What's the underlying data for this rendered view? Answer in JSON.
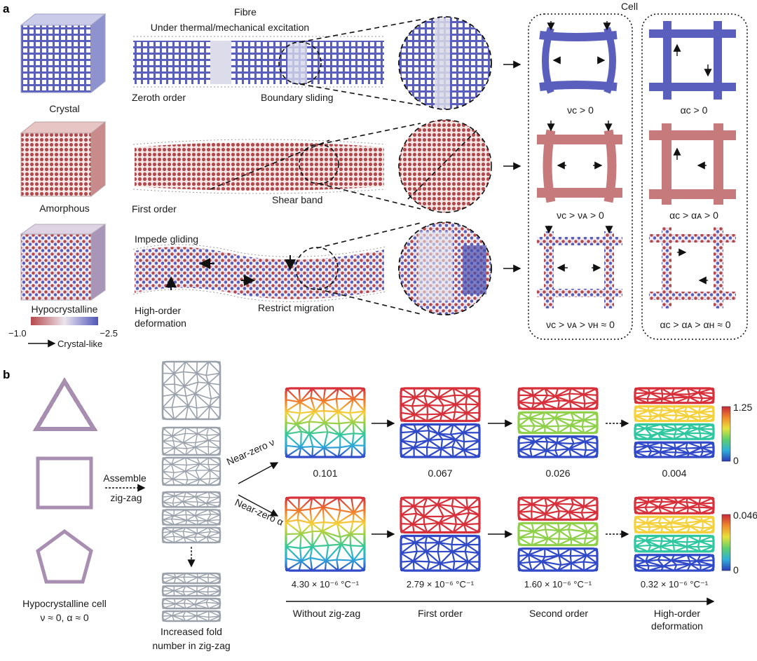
{
  "panel_a": {
    "label": "a",
    "fibre_title": "Fibre",
    "fibre_subtitle": "Under thermal/mechanical excitation",
    "cell_title": "Cell",
    "rows": [
      {
        "material": "Crystal",
        "order_label": "Zeroth order",
        "mechanism": "Boundary sliding",
        "cell_nu": "νᴄ > 0",
        "cell_alpha": "αᴄ > 0",
        "color": "#5b5fb8"
      },
      {
        "material": "Amorphous",
        "order_label": "First order",
        "mechanism": "Shear band",
        "cell_nu": "νᴄ > νᴀ > 0",
        "cell_alpha": "αᴄ > αᴀ > 0",
        "color": "#b5494c"
      },
      {
        "material": "Hypocrystalline",
        "order_label": "High-order deformation",
        "order_label_lines": [
          "High-order",
          "deformation"
        ],
        "mechanism": "Restrict migration",
        "extra_label": "Impede gliding",
        "cell_nu": "νᴄ > νᴀ > νʜ ≈ 0",
        "cell_alpha": "αᴄ > αᴀ > αʜ ≈ 0",
        "color": "#9a7fa6"
      }
    ],
    "colorbar": {
      "min": "−1.0",
      "max": "−2.5",
      "arrow_label": "Crystal-like",
      "colors": [
        "#b5494c",
        "#e9e3ea",
        "#4f56b6"
      ]
    }
  },
  "panel_b": {
    "label": "b",
    "cell_caption_line1": "Hypocrystalline cell",
    "cell_caption_line2": "ν ≈ 0, α ≈ 0",
    "assemble_line1": "Assemble",
    "assemble_line2": "zig-zag",
    "fold_caption_line1": "Increased fold",
    "fold_caption_line2": "number in zig-zag",
    "nu_branch": "Near-zero ν",
    "alpha_branch": "Near-zero α",
    "nu_values": [
      "0.101",
      "0.067",
      "0.026",
      "0.004"
    ],
    "alpha_values": [
      "4.30 × 10⁻⁶ °C⁻¹",
      "2.79 × 10⁻⁶ °C⁻¹",
      "1.60 × 10⁻⁶ °C⁻¹",
      "0.32 × 10⁻⁶ °C⁻¹"
    ],
    "stages": [
      "Without zig-zag",
      "First order",
      "Second order",
      "High-order deformation"
    ],
    "stage_lines_last": [
      "High-order",
      "deformation"
    ],
    "colorbar_nu": {
      "max": "1.25",
      "min": "0"
    },
    "colorbar_alpha": {
      "max": "0.046",
      "min": "0"
    },
    "rainbow": [
      "#d7303a",
      "#f07a2c",
      "#f4d03a",
      "#8fd04a",
      "#2fc7a0",
      "#2fa9d8",
      "#3049c8"
    ],
    "mesh_gray": "#9aa1ab"
  }
}
